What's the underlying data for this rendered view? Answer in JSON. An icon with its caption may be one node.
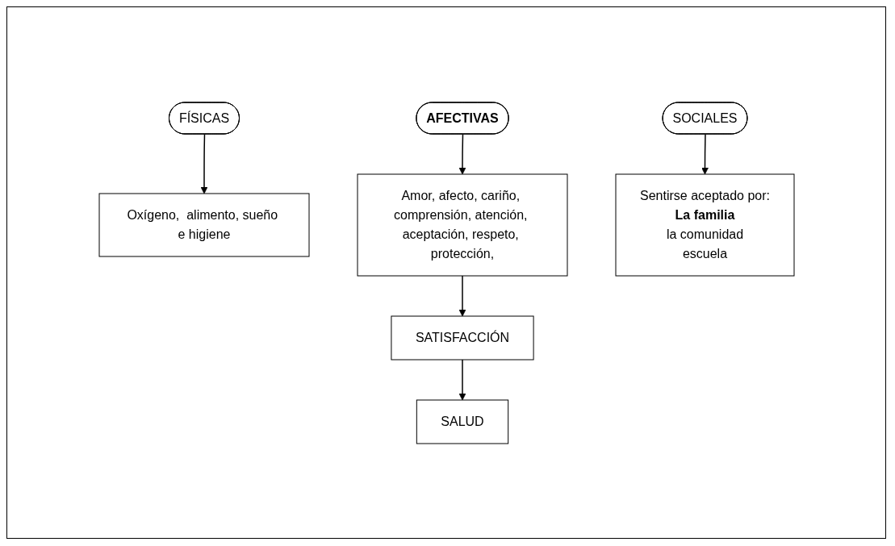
{
  "diagram": {
    "nodes": [
      {
        "text": [
          "FÍSICAS"
        ]
      },
      {
        "text": [
          "AFECTIVAS"
        ]
      },
      {
        "text": [
          "SOCIALES"
        ]
      },
      {
        "text": [
          "Oxígeno,  alimento, sueño e higiene"
        ]
      },
      {
        "text": [
          "Amor, afecto, cariño, comprensión, atención, aceptación, respeto, protección,"
        ]
      },
      {
        "text": [
          "Sentirse aceptado por:",
          "La familia",
          "la comunidad",
          "escuela"
        ]
      },
      {
        "text": [
          "SATISFACCIÓN"
        ]
      },
      {
        "text": [
          "SALUD"
        ]
      }
    ],
    "edges": [
      {
        "from": 0,
        "to": 3,
        "arrow": "to"
      },
      {
        "from": 1,
        "to": 4,
        "arrow": "to"
      },
      {
        "from": 2,
        "to": 5,
        "arrow": "to"
      },
      {
        "from": 4,
        "to": 6,
        "arrow": "to"
      },
      {
        "from": 6,
        "to": 7,
        "arrow": "to"
      }
    ]
  }
}
